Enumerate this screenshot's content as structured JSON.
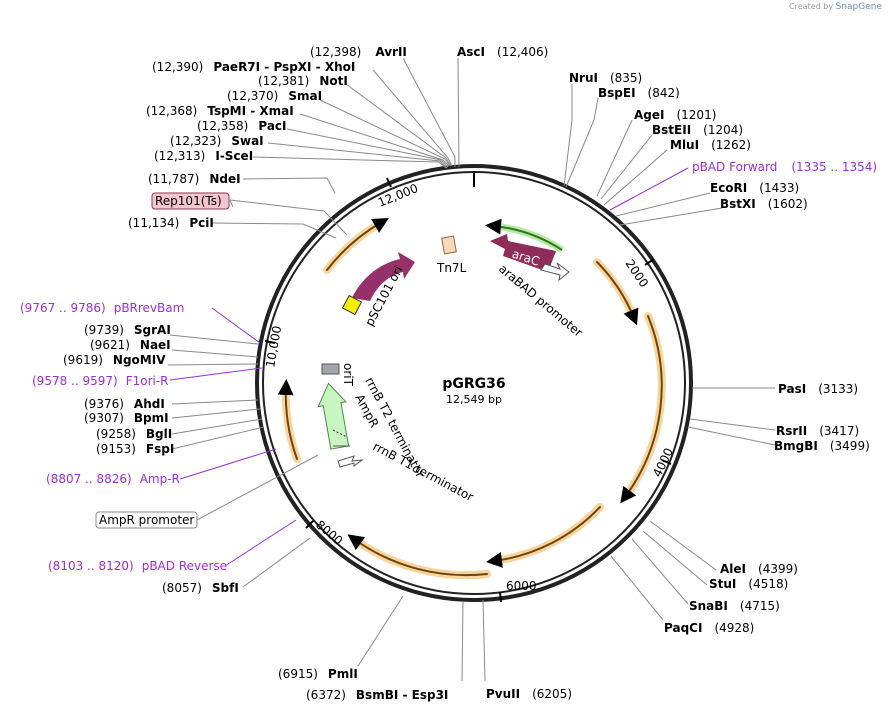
{
  "credit": {
    "prefix": "Created by",
    "brand": "SnapGene"
  },
  "plasmid": {
    "name": "pGRG36",
    "size_label": "12,549 bp",
    "length": 12549
  },
  "ticks": [
    "2000",
    "4000",
    "6000",
    "8000",
    "10,000",
    "12,000"
  ],
  "sites_left": [
    {
      "pos": "(12,398)",
      "name": "AvrII"
    },
    {
      "pos": "(12,390)",
      "name": "PaeR7I",
      "extra": [
        " - PspXI",
        " - XhoI"
      ]
    },
    {
      "pos": "(12,381)",
      "name": "NotI"
    },
    {
      "pos": "(12,370)",
      "name": "SmaI"
    },
    {
      "pos": "(12,368)",
      "name": "TspMI",
      "extra": [
        " - XmaI"
      ]
    },
    {
      "pos": "(12,358)",
      "name": "PacI"
    },
    {
      "pos": "(12,323)",
      "name": "SwaI"
    },
    {
      "pos": "(12,313)",
      "name": "I-SceI"
    },
    {
      "pos": "(11,787)",
      "name": "NdeI"
    },
    {
      "pos": "(11,134)",
      "name": "PciI"
    },
    {
      "pos": "(9739)",
      "name": "SgrAI"
    },
    {
      "pos": "(9621)",
      "name": "NaeI"
    },
    {
      "pos": "(9619)",
      "name": "NgoMIV"
    },
    {
      "pos": "(9376)",
      "name": "AhdI"
    },
    {
      "pos": "(9307)",
      "name": "BpmI"
    },
    {
      "pos": "(9258)",
      "name": "BglI"
    },
    {
      "pos": "(9153)",
      "name": "FspI"
    },
    {
      "pos": "(8057)",
      "name": "SbfI"
    },
    {
      "pos": "(6915)",
      "name": "PmlI"
    },
    {
      "pos": "(6372)",
      "name": "BsmBI",
      "extra": [
        " - Esp3I"
      ]
    }
  ],
  "sites_right": [
    {
      "pos": "(12,406)",
      "name": "AscI"
    },
    {
      "pos": "(835)",
      "name": "NruI"
    },
    {
      "pos": "(842)",
      "name": "BspEI"
    },
    {
      "pos": "(1201)",
      "name": "AgeI"
    },
    {
      "pos": "(1204)",
      "name": "BstEII"
    },
    {
      "pos": "(1262)",
      "name": "MluI"
    },
    {
      "pos": "(1433)",
      "name": "EcoRI"
    },
    {
      "pos": "(1602)",
      "name": "BstXI"
    },
    {
      "pos": "(3133)",
      "name": "PasI"
    },
    {
      "pos": "(3417)",
      "name": "RsrII"
    },
    {
      "pos": "(3499)",
      "name": "BmgBI"
    },
    {
      "pos": "(4399)",
      "name": "AleI"
    },
    {
      "pos": "(4518)",
      "name": "StuI"
    },
    {
      "pos": "(4715)",
      "name": "SnaBI"
    },
    {
      "pos": "(4928)",
      "name": "PaqCI"
    },
    {
      "pos": "(6205)",
      "name": "PvuII"
    }
  ],
  "primers": [
    {
      "range": "(1335 .. 1354)",
      "name": "pBAD Forward"
    },
    {
      "range": "(9767 .. 9786)",
      "name": "pBRrevBam"
    },
    {
      "range": "(9578 .. 9597)",
      "name": "F1ori-R"
    },
    {
      "range": "(8807 .. 8826)",
      "name": "Amp-R"
    },
    {
      "range": "(8103 .. 8120)",
      "name": "pBAD Reverse"
    }
  ],
  "boxed_features": [
    {
      "name": "Rep101(Ts)",
      "fill": "#f2c5cf",
      "stroke": "#8b3a56"
    },
    {
      "name": "AmpR promoter",
      "fill": "#ffffff",
      "stroke": "#888888"
    }
  ],
  "inner_features": {
    "arac": "araC",
    "arabad": "araBAD promoter",
    "tn7l": "Tn7L",
    "psc101": "pSC101 ori",
    "orit": "oriT",
    "rrnb_t2": "rrnB T2 terminator",
    "ampr": "AmpR",
    "rrnb_t1": "rrnB T1 terminator"
  },
  "colors": {
    "backbone": "#222222",
    "orf": "#e3a43a",
    "primer": "#9b30d6",
    "arac": "#8f2c57",
    "psc101": "#94316a",
    "ampr": "#c9f5c3",
    "ori_yellow": "#f4ef00",
    "tn7": "#fbd8b5",
    "arac_green": "#65c34a"
  }
}
